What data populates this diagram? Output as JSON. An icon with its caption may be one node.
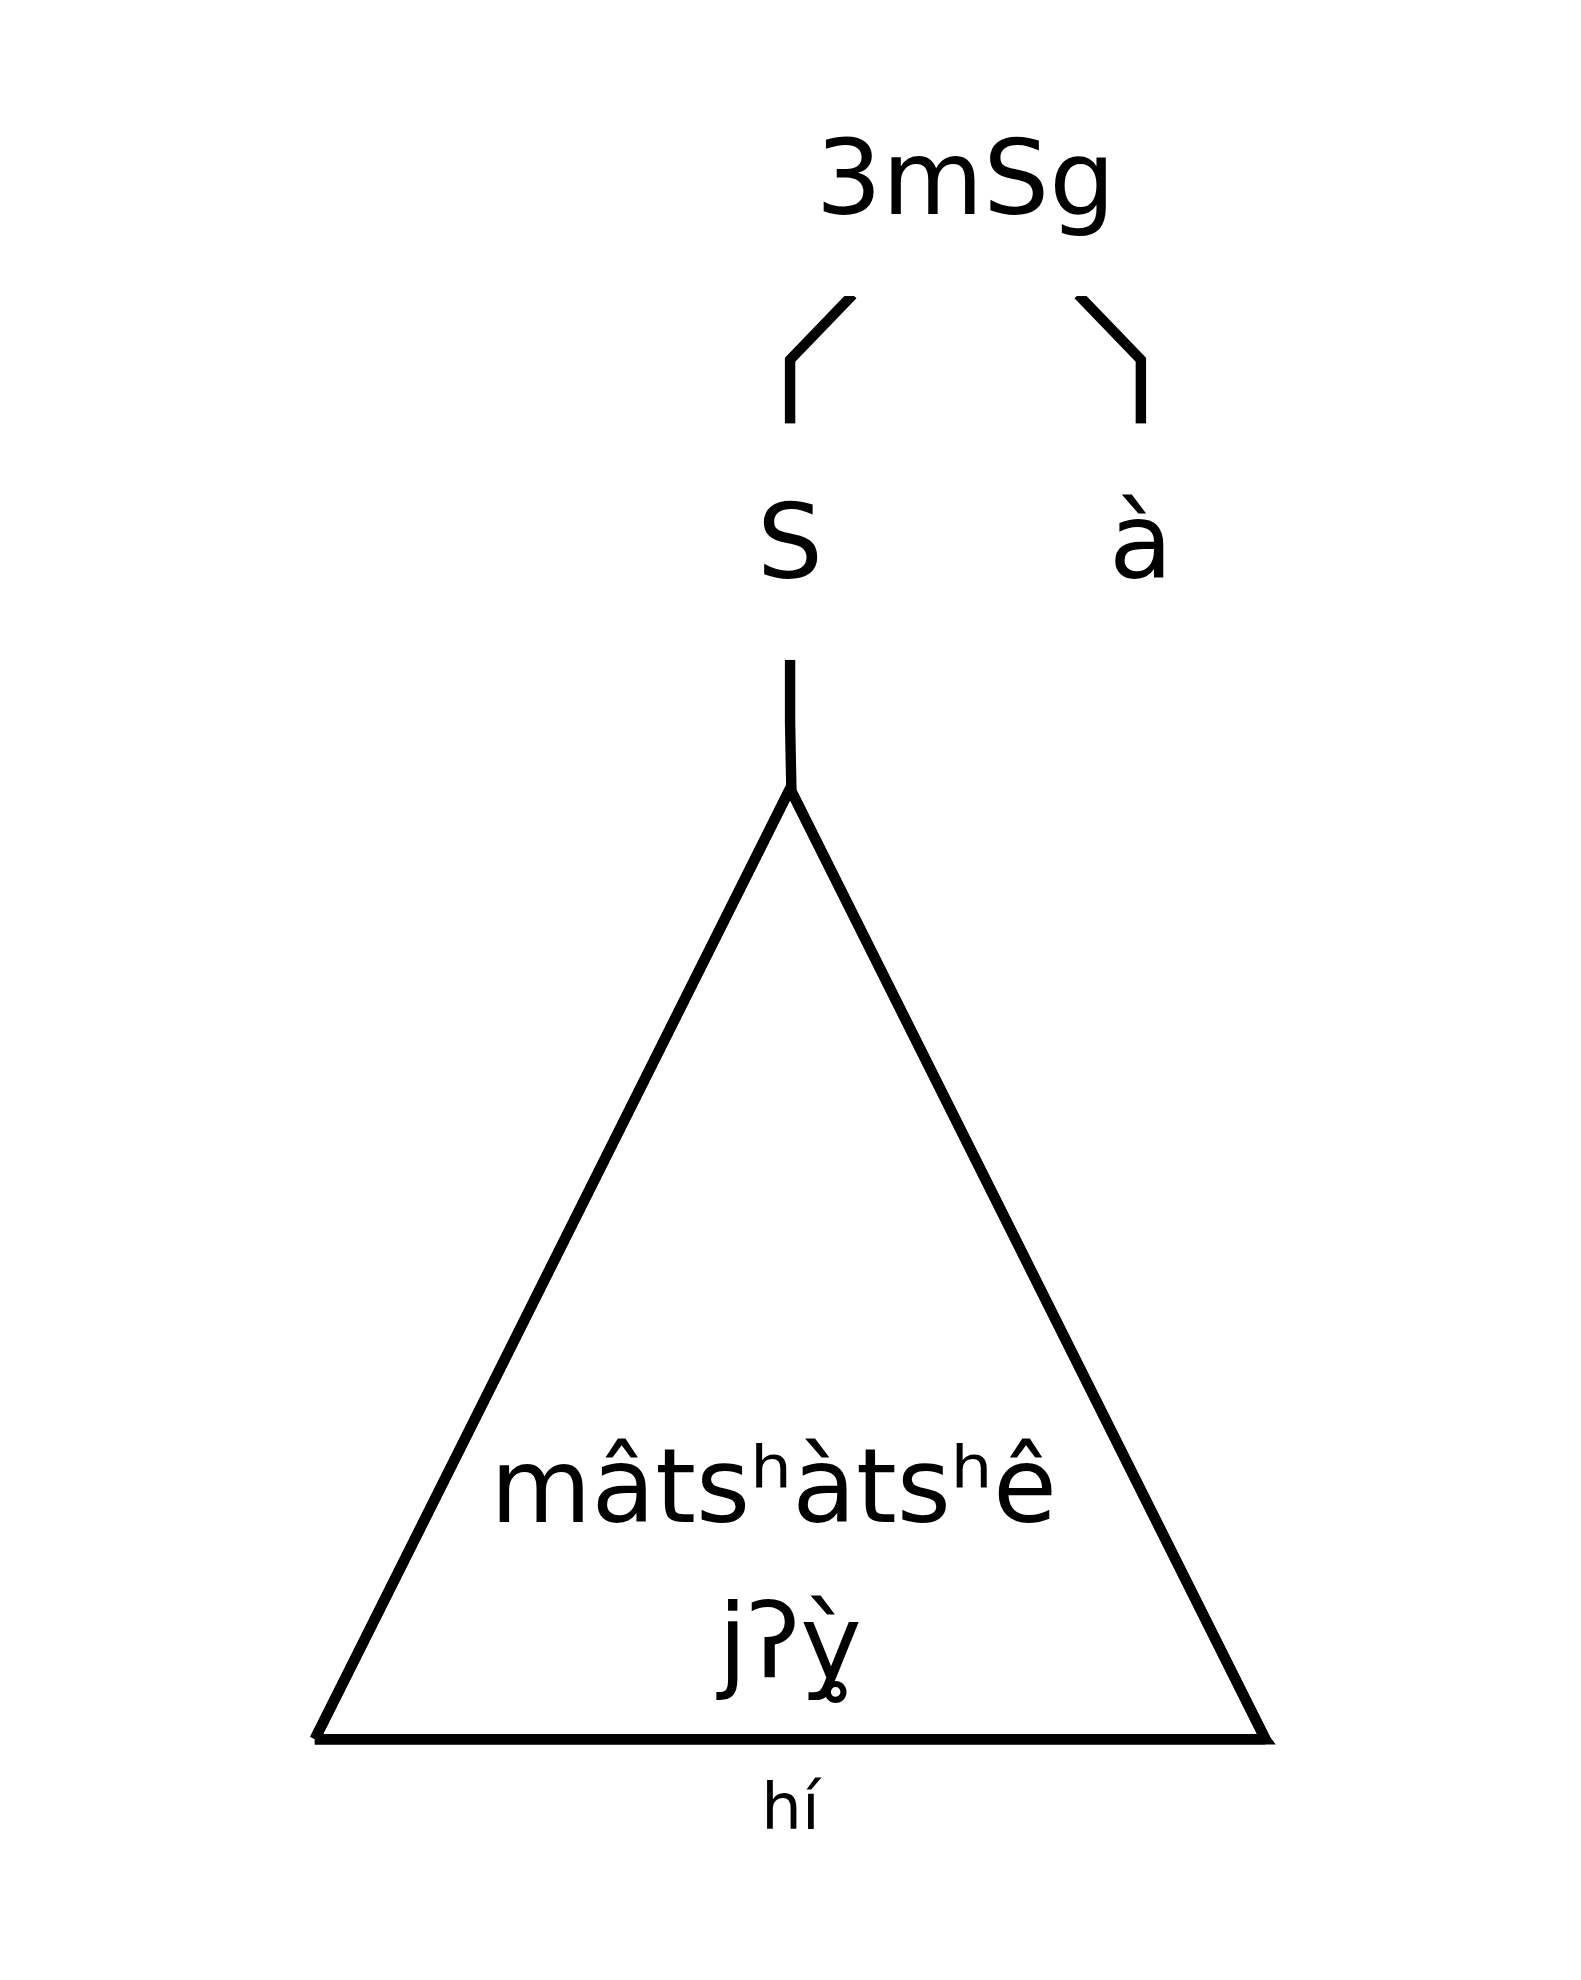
{
  "diagram": {
    "nodes": [
      {
        "text": [
          "3mSg"
        ]
      },
      {
        "text": [
          "S"
        ]
      },
      {
        "text": [
          "à"
        ]
      },
      {
        "text": [
          "mâtsʰàtsʰê jʔỳ̥"
        ]
      }
    ],
    "edges": [
      {
        "from": 0,
        "to": 1,
        "arrow": "none"
      },
      {
        "from": 0,
        "to": 2,
        "arrow": "none"
      },
      {
        "from": 1,
        "to": 3,
        "arrow": "none"
      }
    ],
    "labels": [
      "hí"
    ]
  }
}
